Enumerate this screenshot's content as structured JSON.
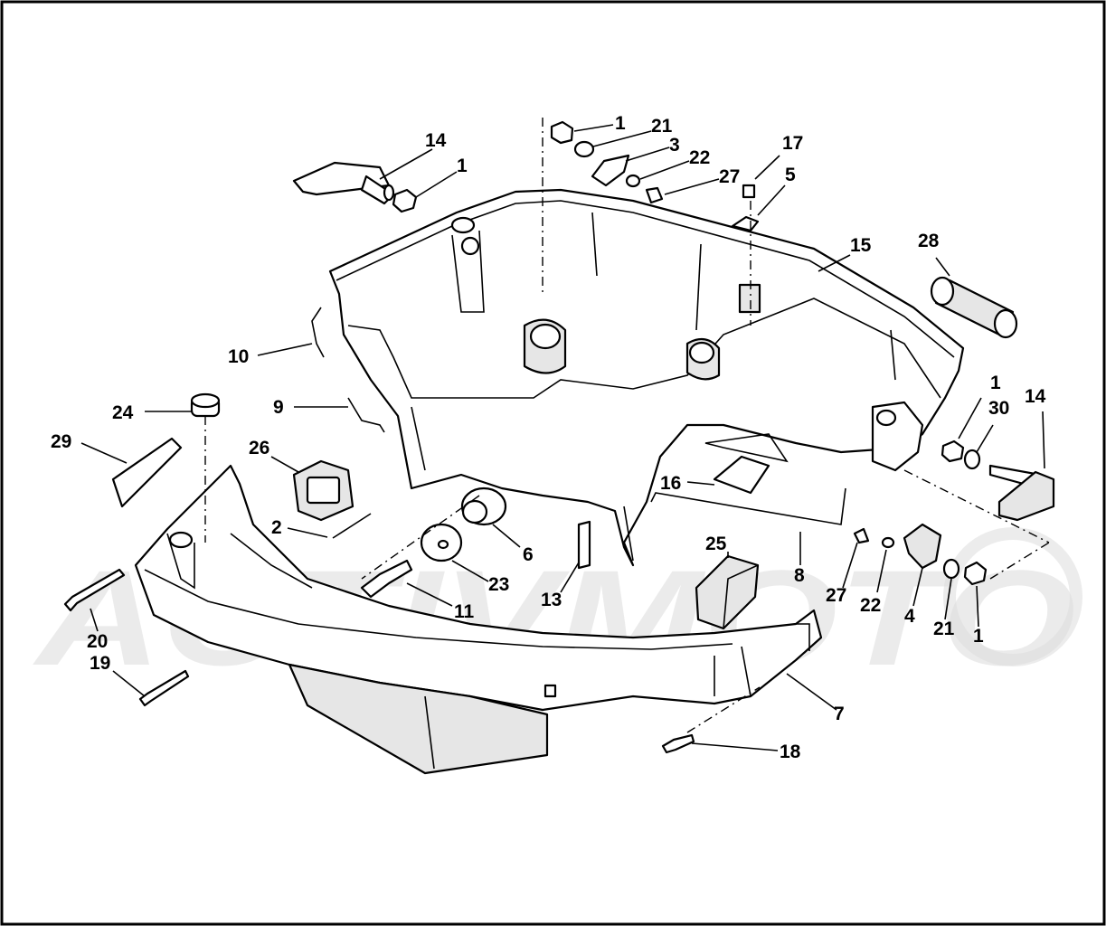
{
  "callouts": [
    {
      "id": "c1a",
      "label": "1"
    },
    {
      "id": "c21a",
      "label": "21"
    },
    {
      "id": "c3",
      "label": "3"
    },
    {
      "id": "c22a",
      "label": "22"
    },
    {
      "id": "c27a",
      "label": "27"
    },
    {
      "id": "c17",
      "label": "17"
    },
    {
      "id": "c5",
      "label": "5"
    },
    {
      "id": "c14a",
      "label": "14"
    },
    {
      "id": "c1b",
      "label": "1"
    },
    {
      "id": "c15",
      "label": "15"
    },
    {
      "id": "c28",
      "label": "28"
    },
    {
      "id": "c10",
      "label": "10"
    },
    {
      "id": "c9",
      "label": "9"
    },
    {
      "id": "c24",
      "label": "24"
    },
    {
      "id": "c29",
      "label": "29"
    },
    {
      "id": "c26",
      "label": "26"
    },
    {
      "id": "c1c",
      "label": "1"
    },
    {
      "id": "c30",
      "label": "30"
    },
    {
      "id": "c14b",
      "label": "14"
    },
    {
      "id": "c16",
      "label": "16"
    },
    {
      "id": "c2",
      "label": "2"
    },
    {
      "id": "c6",
      "label": "6"
    },
    {
      "id": "c23",
      "label": "23"
    },
    {
      "id": "c25",
      "label": "25"
    },
    {
      "id": "c8",
      "label": "8"
    },
    {
      "id": "c27b",
      "label": "27"
    },
    {
      "id": "c22b",
      "label": "22"
    },
    {
      "id": "c4",
      "label": "4"
    },
    {
      "id": "c21b",
      "label": "21"
    },
    {
      "id": "c1d",
      "label": "1"
    },
    {
      "id": "c11",
      "label": "11"
    },
    {
      "id": "c13",
      "label": "13"
    },
    {
      "id": "c20",
      "label": "20"
    },
    {
      "id": "c19",
      "label": "19"
    },
    {
      "id": "c7",
      "label": "7"
    },
    {
      "id": "c18",
      "label": "18"
    }
  ],
  "watermark": {
    "text": "ACTIVMOTO"
  }
}
